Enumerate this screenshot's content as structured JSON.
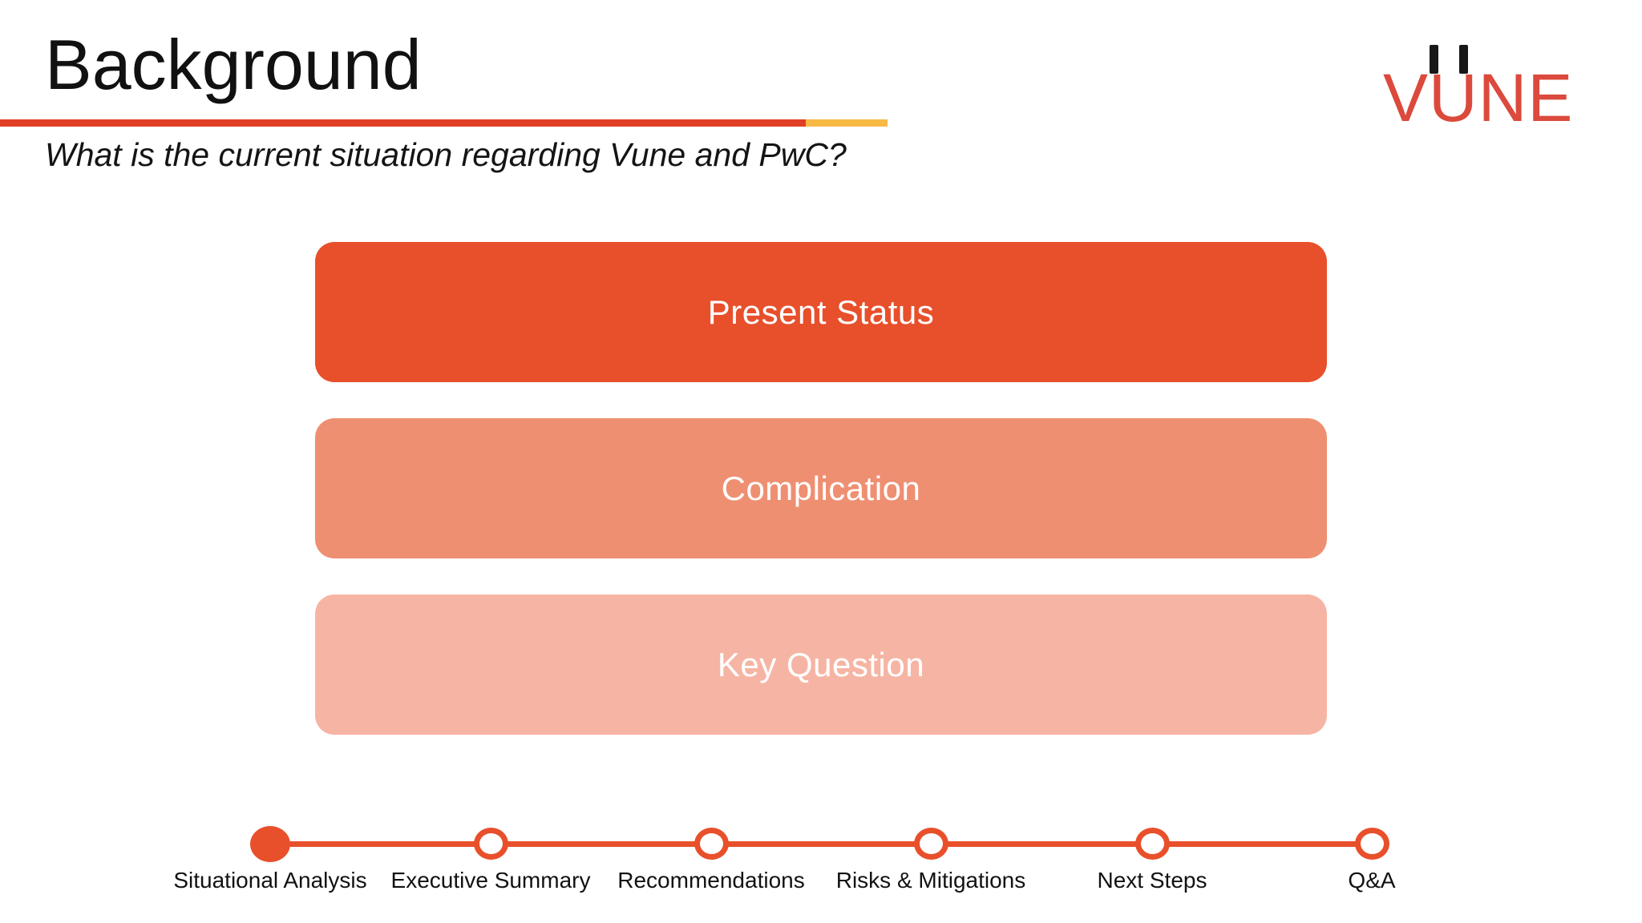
{
  "slide": {
    "title": "Background",
    "subtitle": "What is the current situation regarding Vune and PwC?"
  },
  "logo": {
    "text": "VUNE",
    "text_color": "#DB4A3C",
    "prong_color": "#181818"
  },
  "accent": {
    "rule_red": "#E03E25",
    "rule_amber": "#F7BA45"
  },
  "scq_boxes": [
    {
      "label": "Present Status",
      "color": "#E7502B"
    },
    {
      "label": "Complication",
      "color": "#EF8F72"
    },
    {
      "label": "Key Question",
      "color": "#F6B5A4"
    }
  ],
  "progress_nav": {
    "line_color": "#E8502B",
    "items": [
      {
        "label": "Situational Analysis",
        "active": true
      },
      {
        "label": "Executive Summary",
        "active": false
      },
      {
        "label": "Recommendations",
        "active": false
      },
      {
        "label": "Risks & Mitigations",
        "active": false
      },
      {
        "label": "Next Steps",
        "active": false
      },
      {
        "label": "Q&A",
        "active": false
      }
    ]
  }
}
